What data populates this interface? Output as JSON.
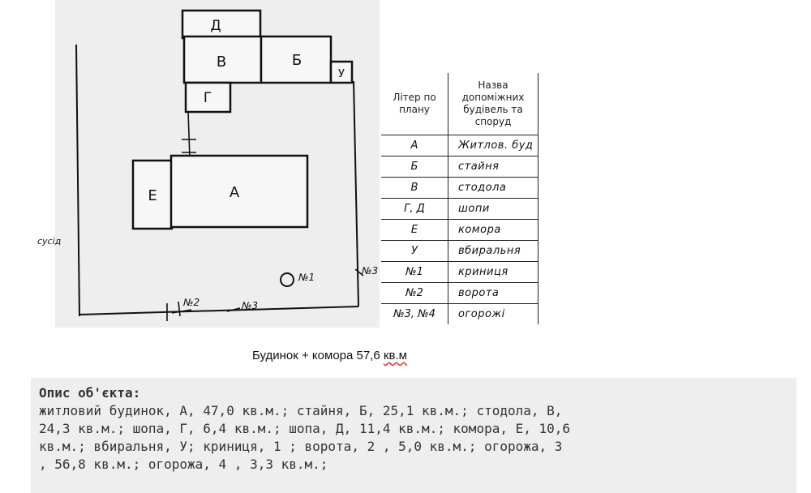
{
  "plan": {
    "buildings": {
      "a_top": "Д",
      "v": "В",
      "b": "Б",
      "u": "У",
      "g": "Г",
      "e": "Е",
      "a_main": "А"
    },
    "neighbor": "сусід",
    "markers": {
      "n1": "№1",
      "n2": "№2",
      "n3_bottom": "№3",
      "n3_right": "№3"
    }
  },
  "legend": {
    "header_letter": "Літер по плану",
    "header_name": "Назва допоміжних будівель та споруд",
    "rows": [
      {
        "letter": "А",
        "name": "Житлов. буд"
      },
      {
        "letter": "Б",
        "name": "стайня"
      },
      {
        "letter": "В",
        "name": "стодола"
      },
      {
        "letter": "Г, Д",
        "name": "шопи"
      },
      {
        "letter": "Е",
        "name": "комора"
      },
      {
        "letter": "У",
        "name": "вбиральня"
      },
      {
        "letter": "№1",
        "name": "криниця"
      },
      {
        "letter": "№2",
        "name": "ворота"
      },
      {
        "letter": "№3, №4",
        "name": "огорожі"
      }
    ]
  },
  "caption": {
    "text": "Будинок + комора  57,6",
    "area_unit": "кв.м"
  },
  "description": {
    "title": "Опис об'єкта:",
    "lines": [
      "житловий будинок, А, 47,0 кв.м.; стайня, Б, 25,1 кв.м.; стодола, В,",
      "24,3 кв.м.; шопа, Г, 6,4 кв.м.; шопа, Д, 11,4 кв.м.; комора, Е, 10,6",
      "кв.м.; вбиральня, У; криниця, 1 ; ворота, 2 , 5,0 кв.м.; огорожа, 3",
      ", 56,8 кв.м.; огорожа, 4 , 3,3 кв.м.;"
    ]
  }
}
